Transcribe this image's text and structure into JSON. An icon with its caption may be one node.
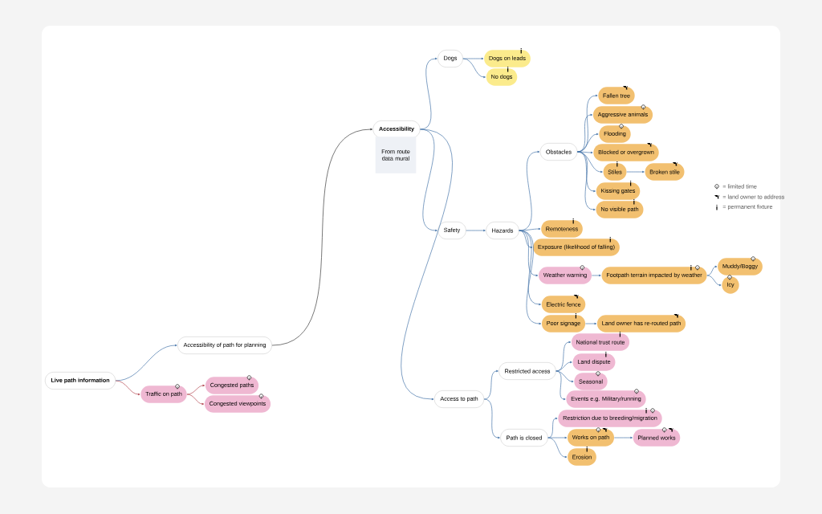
{
  "diagram": {
    "nodes": [
      {
        "text": [
          "Live path information"
        ]
      },
      {
        "text": [
          "Accessibility of path for planning"
        ]
      },
      {
        "text": [
          "Traffic on path"
        ]
      },
      {
        "text": [
          "Congested paths"
        ]
      },
      {
        "text": [
          "Congested viewpoints"
        ]
      },
      {
        "text": [
          "Accessibility"
        ]
      },
      {
        "text": [
          "From route data mural"
        ]
      },
      {
        "text": [
          "Dogs"
        ]
      },
      {
        "text": [
          "Dogs on leads"
        ]
      },
      {
        "text": [
          "No dogs"
        ]
      },
      {
        "text": [
          "Safety"
        ]
      },
      {
        "text": [
          "Hazards"
        ]
      },
      {
        "text": [
          "Obstacles"
        ]
      },
      {
        "text": [
          "Fallen tree"
        ]
      },
      {
        "text": [
          "Aggressive animals"
        ]
      },
      {
        "text": [
          "Flooding"
        ]
      },
      {
        "text": [
          "Blocked or overgrown"
        ]
      },
      {
        "text": [
          "Stiles"
        ]
      },
      {
        "text": [
          "Broken stile"
        ]
      },
      {
        "text": [
          "Kissing gates"
        ]
      },
      {
        "text": [
          "No visible path"
        ]
      },
      {
        "text": [
          "Remoteness"
        ]
      },
      {
        "text": [
          "Exposure (likelihood of falling)"
        ]
      },
      {
        "text": [
          "Weather warning"
        ]
      },
      {
        "text": [
          "Footpath terrain impacted by weather"
        ]
      },
      {
        "text": [
          "Muddy/Boggy"
        ]
      },
      {
        "text": [
          "Icy"
        ]
      },
      {
        "text": [
          "Electric fence"
        ]
      },
      {
        "text": [
          "Poor signage"
        ]
      },
      {
        "text": [
          "Land owner has re-routed path"
        ]
      },
      {
        "text": [
          "Access to path"
        ]
      },
      {
        "text": [
          "Restricted access"
        ]
      },
      {
        "text": [
          "National trust route"
        ]
      },
      {
        "text": [
          "Land dispute"
        ]
      },
      {
        "text": [
          "Seasonal"
        ]
      },
      {
        "text": [
          "Events e.g. Military/running"
        ]
      },
      {
        "text": [
          "Restriction due to breeding/migration"
        ]
      },
      {
        "text": [
          "Path is closed"
        ]
      },
      {
        "text": [
          "Works on path"
        ]
      },
      {
        "text": [
          "Planned works"
        ]
      },
      {
        "text": [
          "Erosion"
        ]
      }
    ],
    "edges": [
      {
        "from": 0,
        "to": 1,
        "arrow": "to"
      },
      {
        "from": 0,
        "to": 2,
        "arrow": "to",
        "color": "#b0404a"
      },
      {
        "from": 2,
        "to": 3,
        "arrow": "to",
        "color": "#b0404a"
      },
      {
        "from": 2,
        "to": 4,
        "arrow": "to",
        "color": "#b0404a"
      },
      {
        "from": 1,
        "to": 5,
        "arrow": "to",
        "color": "#333333"
      },
      {
        "from": 5,
        "to": 7,
        "arrow": "to"
      },
      {
        "from": 7,
        "to": 8,
        "arrow": "to"
      },
      {
        "from": 7,
        "to": 9,
        "arrow": "to"
      },
      {
        "from": 5,
        "to": 10,
        "arrow": "to"
      },
      {
        "from": 10,
        "to": 11,
        "arrow": "to"
      },
      {
        "from": 11,
        "to": 12,
        "arrow": "to"
      },
      {
        "from": 12,
        "to": 13,
        "arrow": "to"
      },
      {
        "from": 12,
        "to": 14,
        "arrow": "to"
      },
      {
        "from": 12,
        "to": 15,
        "arrow": "to"
      },
      {
        "from": 12,
        "to": 16,
        "arrow": "to"
      },
      {
        "from": 12,
        "to": 17,
        "arrow": "to"
      },
      {
        "from": 17,
        "to": 18,
        "arrow": "to"
      },
      {
        "from": 12,
        "to": 19,
        "arrow": "to"
      },
      {
        "from": 12,
        "to": 20,
        "arrow": "to"
      },
      {
        "from": 11,
        "to": 21,
        "arrow": "to"
      },
      {
        "from": 11,
        "to": 22,
        "arrow": "to"
      },
      {
        "from": 11,
        "to": 23,
        "arrow": "to"
      },
      {
        "from": 23,
        "to": 24,
        "arrow": "to"
      },
      {
        "from": 24,
        "to": 25,
        "arrow": "to"
      },
      {
        "from": 24,
        "to": 26,
        "arrow": "to"
      },
      {
        "from": 11,
        "to": 27,
        "arrow": "to"
      },
      {
        "from": 11,
        "to": 28,
        "arrow": "to"
      },
      {
        "from": 28,
        "to": 29,
        "arrow": "to"
      },
      {
        "from": 5,
        "to": 30,
        "arrow": "to"
      },
      {
        "from": 30,
        "to": 31,
        "arrow": "to"
      },
      {
        "from": 31,
        "to": 32,
        "arrow": "to"
      },
      {
        "from": 31,
        "to": 33,
        "arrow": "to"
      },
      {
        "from": 31,
        "to": 34,
        "arrow": "to"
      },
      {
        "from": 31,
        "to": 35,
        "arrow": "to"
      },
      {
        "from": 30,
        "to": 37,
        "arrow": "to"
      },
      {
        "from": 37,
        "to": 36,
        "arrow": "to"
      },
      {
        "from": 37,
        "to": 38,
        "arrow": "to"
      },
      {
        "from": 38,
        "to": 39,
        "arrow": "to"
      },
      {
        "from": 37,
        "to": 40,
        "arrow": "to"
      }
    ],
    "legend": [
      {
        "text": "= limited time"
      },
      {
        "text": "= land owner to address"
      },
      {
        "text": "= permanent fixture"
      }
    ]
  }
}
